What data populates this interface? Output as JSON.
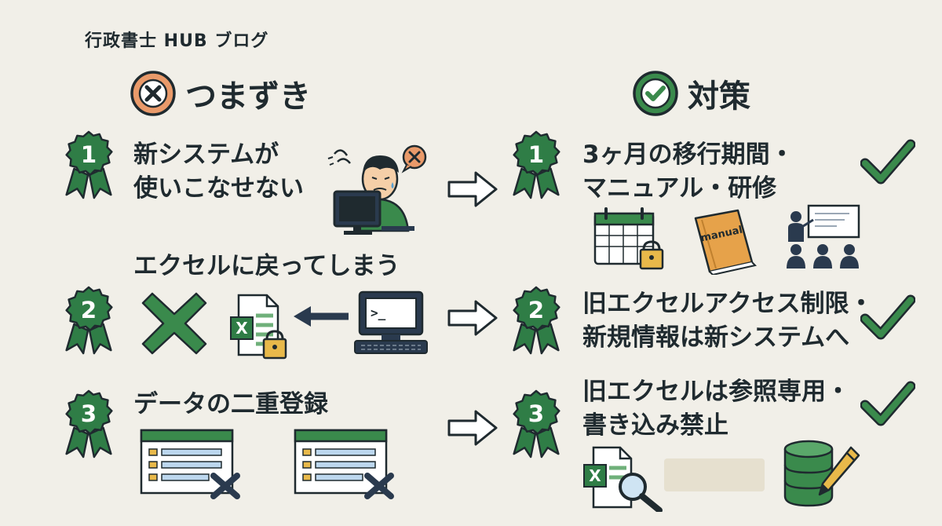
{
  "header": {
    "brand": "行政書士 HUB ブログ"
  },
  "columns": {
    "left_title": "つまずき",
    "right_title": "対策"
  },
  "problems": [
    {
      "number": "1",
      "text": "新システムが\n使いこなせない"
    },
    {
      "number": "2",
      "text": "エクセルに戻ってしまう"
    },
    {
      "number": "3",
      "text": "データの二重登録"
    }
  ],
  "solutions": [
    {
      "number": "1",
      "text": "3ヶ月の移行期間・\nマニュアル・研修"
    },
    {
      "number": "2",
      "text": "旧エクセルアクセス制限・\n新規情報は新システムへ"
    },
    {
      "number": "3",
      "text": "旧エクセルは参照専用・\n書き込み禁止"
    }
  ],
  "illustrations": {
    "manual_label": "manual",
    "excel_letter": "X",
    "terminal_prompt": ">_"
  },
  "colors": {
    "background": "#f1efe8",
    "ink": "#1f2a2f",
    "green": "#3a8a4c",
    "badge_green": "#2f7d46",
    "orange": "#e99a6a",
    "navy": "#2a3a4e"
  }
}
